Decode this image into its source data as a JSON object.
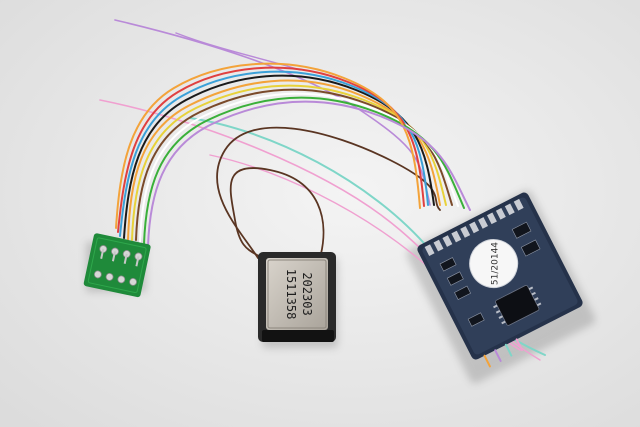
{
  "photo": {
    "background_color": "#e9e9e9",
    "objects": [
      {
        "name": "pcb-adapter",
        "color": "#1f8a3a"
      },
      {
        "name": "speaker",
        "color": "#2a2a2a"
      },
      {
        "name": "decoder-module",
        "color": "#25324a"
      }
    ],
    "speaker_label_line1": "202303",
    "speaker_label_line2": "1511358",
    "decoder_label": "51/20144",
    "wire_colors": [
      "#b98ad8",
      "#f3a33a",
      "#e8d23a",
      "#7a4a2a",
      "#1a1a1a",
      "#3aa0d8",
      "#e04040",
      "#3ab03a",
      "#ffffff",
      "#7fd6c8",
      "#f0a0d0",
      "#5a3522"
    ]
  }
}
